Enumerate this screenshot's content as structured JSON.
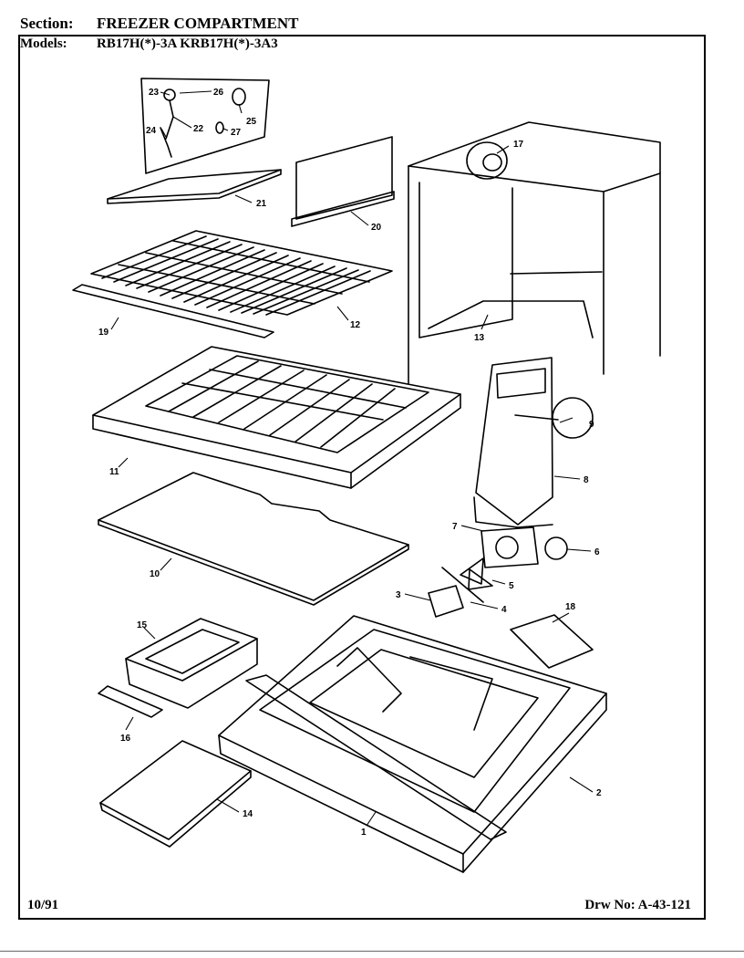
{
  "header": {
    "section_label": "Section:",
    "section_value": "FREEZER COMPARTMENT",
    "models_label": "Models:",
    "models_value": "RB17H(*)-3A  KRB17H(*)-3A3"
  },
  "footer": {
    "date": "10/91",
    "drawing_number": "Drw No: A-43-121"
  },
  "callouts": [
    "1",
    "2",
    "3",
    "4",
    "5",
    "6",
    "7",
    "8",
    "9",
    "10",
    "11",
    "12",
    "13",
    "14",
    "15",
    "16",
    "17",
    "18",
    "19",
    "20",
    "21",
    "22",
    "23",
    "24",
    "25",
    "26",
    "27"
  ]
}
